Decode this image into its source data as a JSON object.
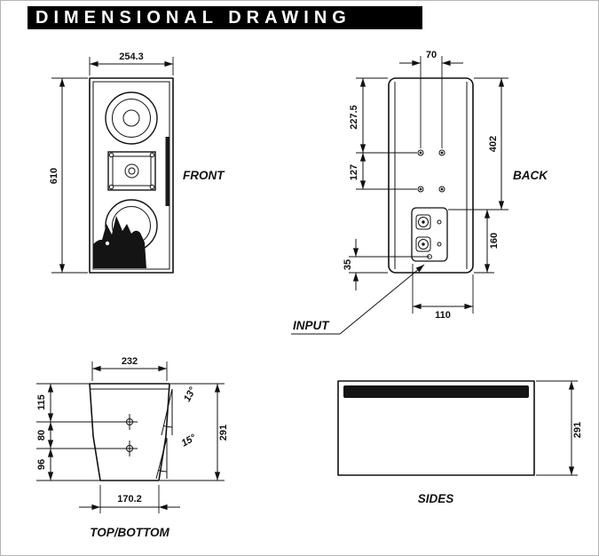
{
  "header": {
    "title": "DIMENSIONAL DRAWING"
  },
  "front": {
    "label": "FRONT",
    "width": "254.3",
    "height": "610"
  },
  "back": {
    "label": "BACK",
    "input_label": "INPUT",
    "hole_spacing": "70",
    "top_to_upper_holes": "227.5",
    "hole_rows_gap": "127",
    "top_to_panel": "402",
    "panel_span": "160",
    "bottom_offset": "35",
    "bottom_width": "110"
  },
  "top_bottom": {
    "label": "TOP/BOTTOM",
    "front_width": "232",
    "depth_front": "115",
    "depth_mid": "80",
    "depth_rear": "96",
    "total_depth": "291",
    "rear_width": "170.2",
    "angle_upper": "13°",
    "angle_lower": "15°"
  },
  "sides": {
    "label": "SIDES",
    "height": "291"
  }
}
